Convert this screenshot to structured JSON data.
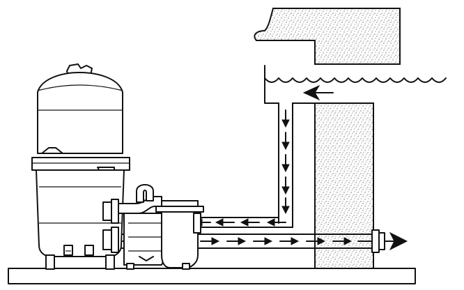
{
  "diagram": {
    "subject": "pool-filter-plumbing",
    "flow": {
      "intake": "pool-water-to-skimmer-down-pipe-to-pump",
      "return": "pump-through-filter-back-to-pool-return-fitting"
    },
    "colors": {
      "line": "#111111",
      "background": "#ffffff",
      "concrete_speckle": "#333333"
    }
  }
}
